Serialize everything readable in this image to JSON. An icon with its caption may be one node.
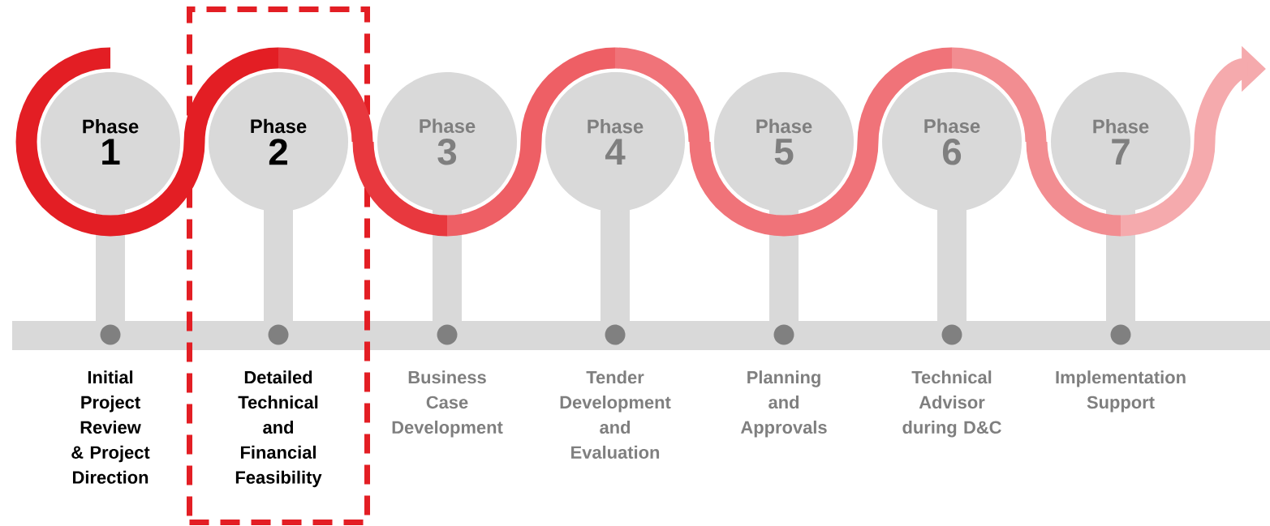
{
  "diagram": {
    "nodes": [
      {
        "text": [],
        "shape": "box"
      },
      {
        "text": [
          "Phase",
          "1"
        ]
      },
      {
        "text": [
          "Phase",
          "2"
        ],
        "in": 0
      },
      {
        "text": [
          "Phase",
          "3"
        ]
      },
      {
        "text": [
          "Phase",
          "4"
        ]
      },
      {
        "text": [
          "Phase",
          "5"
        ]
      },
      {
        "text": [
          "Phase",
          "6"
        ]
      },
      {
        "text": [
          "Phase",
          "7"
        ]
      }
    ],
    "edges": [
      {
        "from": 1,
        "to": 2,
        "arrow": "none",
        "color": "#e31e24"
      },
      {
        "from": 2,
        "to": 3,
        "arrow": "none",
        "color": "#e8383e"
      },
      {
        "from": 3,
        "to": 4,
        "arrow": "none",
        "color": "#ee5f65"
      },
      {
        "from": 4,
        "to": 5,
        "arrow": "none",
        "color": "#f07379"
      },
      {
        "from": 5,
        "to": 6,
        "arrow": "none",
        "color": "#f07379"
      },
      {
        "from": 6,
        "to": 7,
        "arrow": "none",
        "color": "#f28d91"
      },
      {
        "from": 7,
        "to": null,
        "arrow": "to",
        "color": "#f5aaad"
      }
    ],
    "labels": [
      "Initial Project Review & Project Direction",
      "Detailed Technical and Financial Feasibility",
      "Business Case Development",
      "Tender Development and Evaluation",
      "Planning and Approvals",
      "Technical Advisor during D&C",
      "Implementation Support"
    ]
  }
}
